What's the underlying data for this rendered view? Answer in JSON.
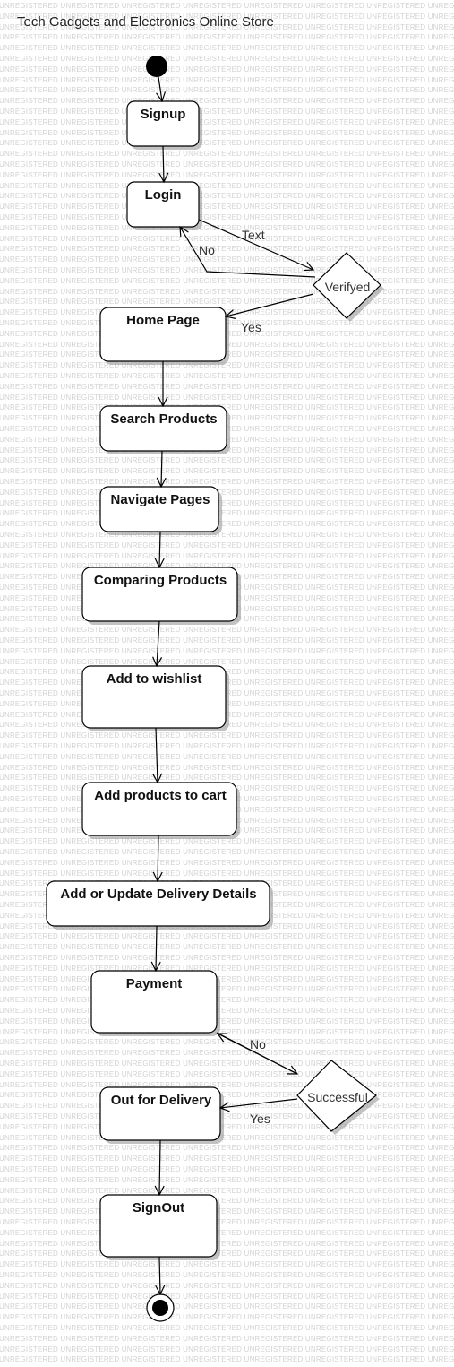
{
  "title": "Tech Gadgets and Electronics Online Store",
  "watermark": "UNREGISTERED",
  "nodes": [
    {
      "id": "signup",
      "label": "Signup"
    },
    {
      "id": "login",
      "label": "Login"
    },
    {
      "id": "home",
      "label": "Home Page"
    },
    {
      "id": "search",
      "label": "Search Products"
    },
    {
      "id": "navigate",
      "label": "Navigate Pages"
    },
    {
      "id": "compare",
      "label": "Comparing Products"
    },
    {
      "id": "wishlist",
      "label": "Add to wishlist"
    },
    {
      "id": "cart",
      "label": "Add products to cart"
    },
    {
      "id": "delivery_details",
      "label": "Add or Update Delivery Details"
    },
    {
      "id": "payment",
      "label": "Payment"
    },
    {
      "id": "out_delivery",
      "label": "Out for Delivery"
    },
    {
      "id": "signout",
      "label": "SignOut"
    }
  ],
  "decisions": [
    {
      "id": "verifyed",
      "label": "Verifyed"
    },
    {
      "id": "successful",
      "label": "Successful"
    }
  ],
  "edge_labels": {
    "login_to_verify": "Text",
    "verify_no": "No",
    "verify_yes": "Yes",
    "payment_no": "No",
    "successful_yes": "Yes"
  },
  "colors": {
    "stroke": "#000000",
    "node_fill": "#ffffff",
    "shadow": "#9a9a9a",
    "watermark": "#d2d2d2"
  }
}
